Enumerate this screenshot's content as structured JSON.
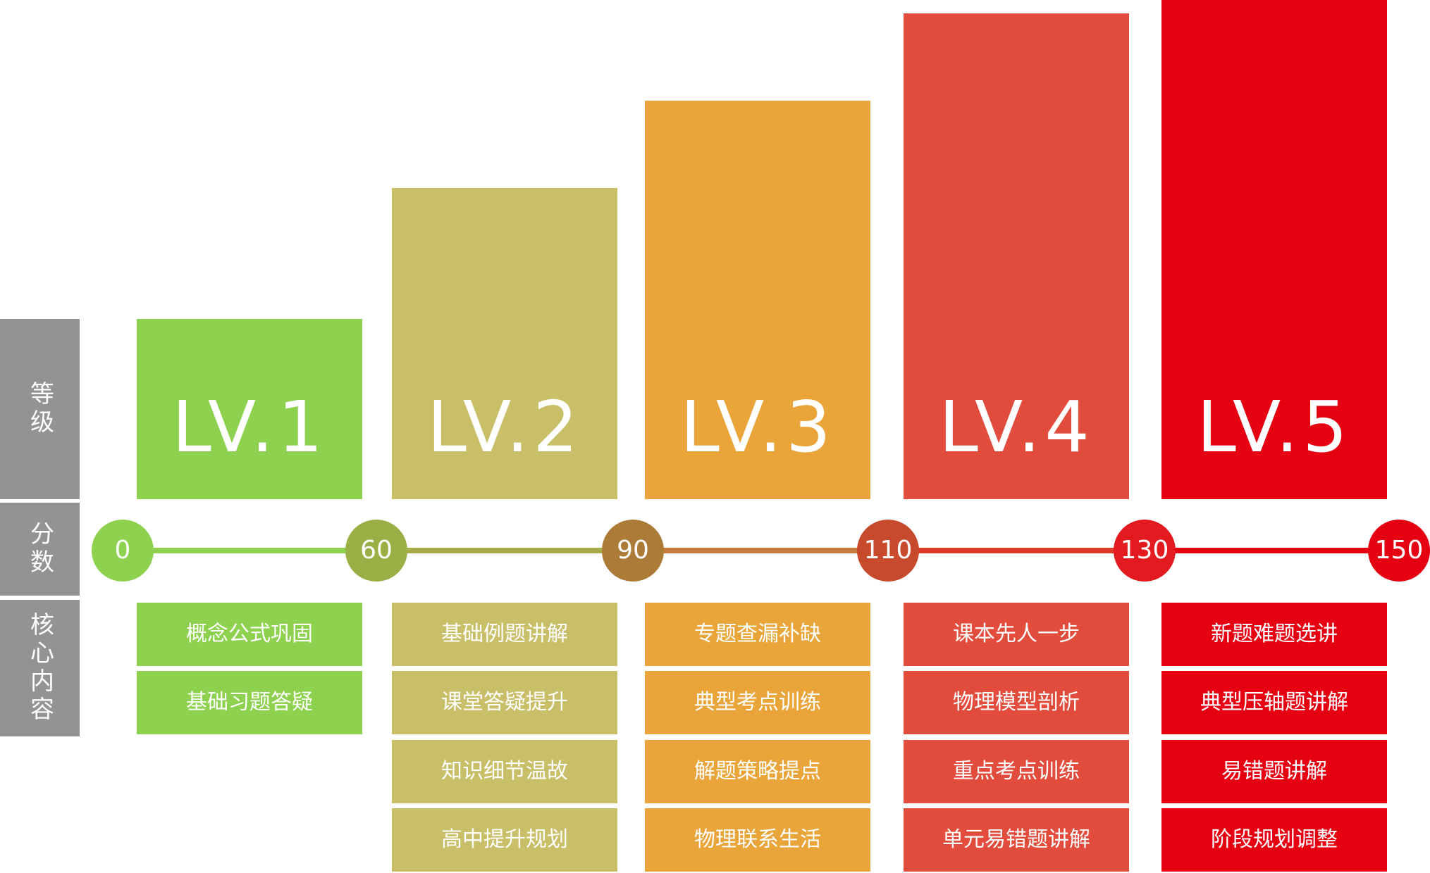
{
  "row_labels": {
    "level": "等级",
    "score": "分数",
    "content": "核心内容"
  },
  "levels": [
    {
      "label": "LV.1",
      "color": "#8dd14f",
      "value": 60
    },
    {
      "label": "LV.2",
      "color": "#c8bf68",
      "value": 90
    },
    {
      "label": "LV.3",
      "color": "#e9a53a",
      "value": 110
    },
    {
      "label": "LV.4",
      "color": "#e24c3c",
      "value": 130
    },
    {
      "label": "LV.5",
      "color": "#e50012",
      "value": 150
    }
  ],
  "score_nodes": [
    {
      "label": "0",
      "color": "#8dd14f"
    },
    {
      "label": "60",
      "color": "#98b046"
    },
    {
      "label": "90",
      "color": "#ad7b38"
    },
    {
      "label": "110",
      "color": "#c84a2c"
    },
    {
      "label": "130",
      "color": "#e31a1f"
    },
    {
      "label": "150",
      "color": "#e50012"
    }
  ],
  "line_colors": [
    "#8dd14f",
    "#a8ab4a",
    "#c77a3c",
    "#de3a2a",
    "#e50012"
  ],
  "contents": [
    [
      "概念公式巩固",
      "基础习题答疑"
    ],
    [
      "基础例题讲解",
      "课堂答疑提升",
      "知识细节温故",
      "高中提升规划"
    ],
    [
      "专题查漏补缺",
      "典型考点训练",
      "解题策略提点",
      "物理联系生活"
    ],
    [
      "课本先人一步",
      "物理模型剖析",
      "重点考点训练",
      "单元易错题讲解"
    ],
    [
      "新题难题选讲",
      "典型压轴题讲解",
      "易错题讲解",
      "阶段规划调整"
    ]
  ]
}
